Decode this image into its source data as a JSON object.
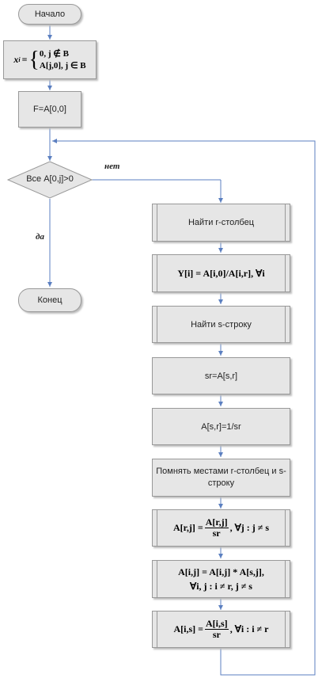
{
  "flowchart": {
    "start": "Начало",
    "init_x": {
      "lhs": "x",
      "lhs_sub": "i",
      "case1": "0, j ∉ B",
      "case2": "A[j,0], j ∈ B"
    },
    "init_f": "F=A[0,0]",
    "condition": "Все A[0,j]>0",
    "label_no": "нет",
    "label_yes": "да",
    "end": "Конец",
    "step_find_col": "Найти r-столбец",
    "step_y": "Y[i] = A[i,0]/A[i,r], ∀i",
    "step_find_row": "Найти s-строку",
    "step_sr": "sr=A[s,r]",
    "step_inv": "A[s,r]=1/sr",
    "step_swap": "Помнять местами r-столбец и s-строку",
    "step_row": {
      "lhs": "A[r,j] =",
      "num": "A[r,j]",
      "den": "sr",
      "rest": ", ∀j : j ≠ s"
    },
    "step_update": {
      "line1": "A[i,j] = A[i,j] * A[s,j],",
      "line2": "∀i, j : i ≠ r, j ≠ s"
    },
    "step_col": {
      "lhs": "A[i,s] =",
      "num": "A[i,s]",
      "den": "sr",
      "rest": ", ∀i : i ≠ r"
    }
  }
}
